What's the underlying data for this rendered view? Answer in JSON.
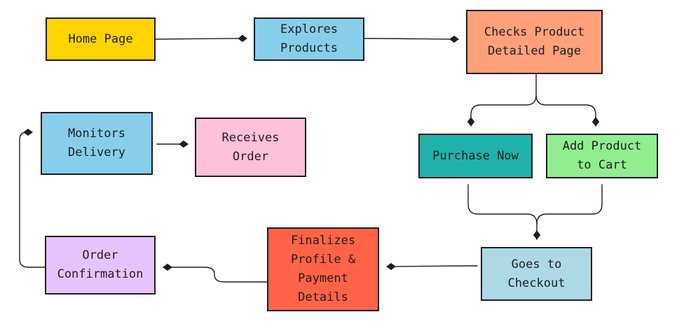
{
  "diagram": {
    "nodes": [
      {
        "id": "home",
        "label": "Home Page",
        "fill": "#ffd400"
      },
      {
        "id": "explores",
        "label": "Explores\nProducts",
        "fill": "#87ceeb"
      },
      {
        "id": "checks",
        "label": "Checks  Product\nDetailed Page",
        "fill": "#ffa07a"
      },
      {
        "id": "purchase",
        "label": "Purchase Now",
        "fill": "#20b2aa"
      },
      {
        "id": "addcart",
        "label": "Add Product\nto Cart",
        "fill": "#90ee90"
      },
      {
        "id": "checkout",
        "label": "Goes to\nCheckout",
        "fill": "#add8e6"
      },
      {
        "id": "finalizes",
        "label": "Finalizes\nProfile &\nPayment\nDetails",
        "fill": "#ff6347"
      },
      {
        "id": "confirmation",
        "label": "Order\nConfirmation",
        "fill": "#e6c3ff"
      },
      {
        "id": "monitors",
        "label": "Monitors\nDelivery",
        "fill": "#87ceeb"
      },
      {
        "id": "receives",
        "label": "Receives\nOrder",
        "fill": "#ffc0d9"
      }
    ],
    "edges": [
      {
        "from": "home",
        "to": "explores"
      },
      {
        "from": "explores",
        "to": "checks"
      },
      {
        "from": "checks",
        "to": "purchase"
      },
      {
        "from": "checks",
        "to": "addcart"
      },
      {
        "from": "purchase",
        "to": "checkout"
      },
      {
        "from": "addcart",
        "to": "checkout"
      },
      {
        "from": "checkout",
        "to": "finalizes"
      },
      {
        "from": "finalizes",
        "to": "confirmation"
      },
      {
        "from": "confirmation",
        "to": "monitors"
      },
      {
        "from": "monitors",
        "to": "receives"
      }
    ],
    "colors": {
      "stroke": "#1e1e1e",
      "background": "#ffffff"
    }
  }
}
